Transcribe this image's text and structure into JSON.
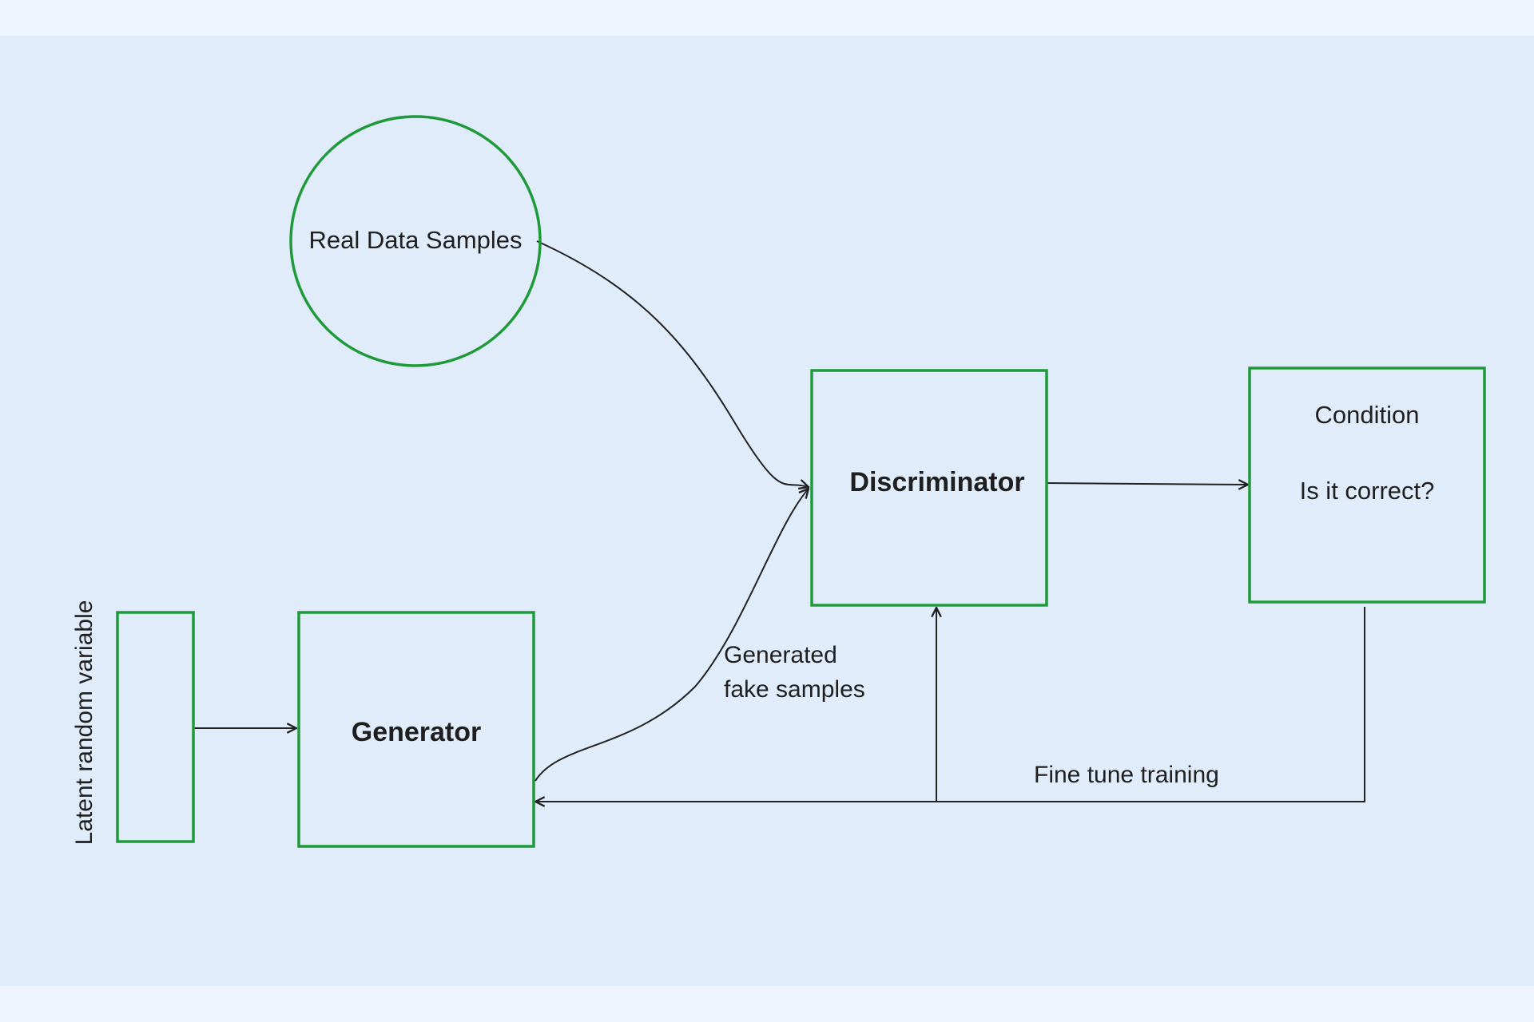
{
  "colors": {
    "background": "#e1ecfb",
    "page_margin": "#eef5ff",
    "node_stroke": "#1f9a3a",
    "edge": "#222222",
    "text": "#1f1f1f"
  },
  "nodes": {
    "real_data_samples": {
      "label": "Real Data Samples",
      "shape": "circle"
    },
    "discriminator": {
      "label": "Discriminator",
      "shape": "rectangle"
    },
    "condition": {
      "label": "Condition",
      "sub_label": "Is it correct?",
      "shape": "rectangle"
    },
    "generator": {
      "label": "Generator",
      "shape": "rectangle"
    },
    "latent_random_variable": {
      "label": "Latent random variable",
      "shape": "rectangle"
    }
  },
  "edge_labels": {
    "generated_fake_samples_line1": "Generated",
    "generated_fake_samples_line2": "fake samples",
    "fine_tune_training": "Fine tune training"
  },
  "edges": [
    {
      "from": "real_data_samples",
      "to": "discriminator"
    },
    {
      "from": "generator",
      "to": "discriminator",
      "label": "Generated fake samples"
    },
    {
      "from": "discriminator",
      "to": "condition"
    },
    {
      "from": "latent_random_variable",
      "to": "generator"
    },
    {
      "from": "condition",
      "to": "generator",
      "label": "Fine tune training"
    },
    {
      "from": "condition",
      "to": "discriminator",
      "label": "Fine tune training"
    }
  ]
}
